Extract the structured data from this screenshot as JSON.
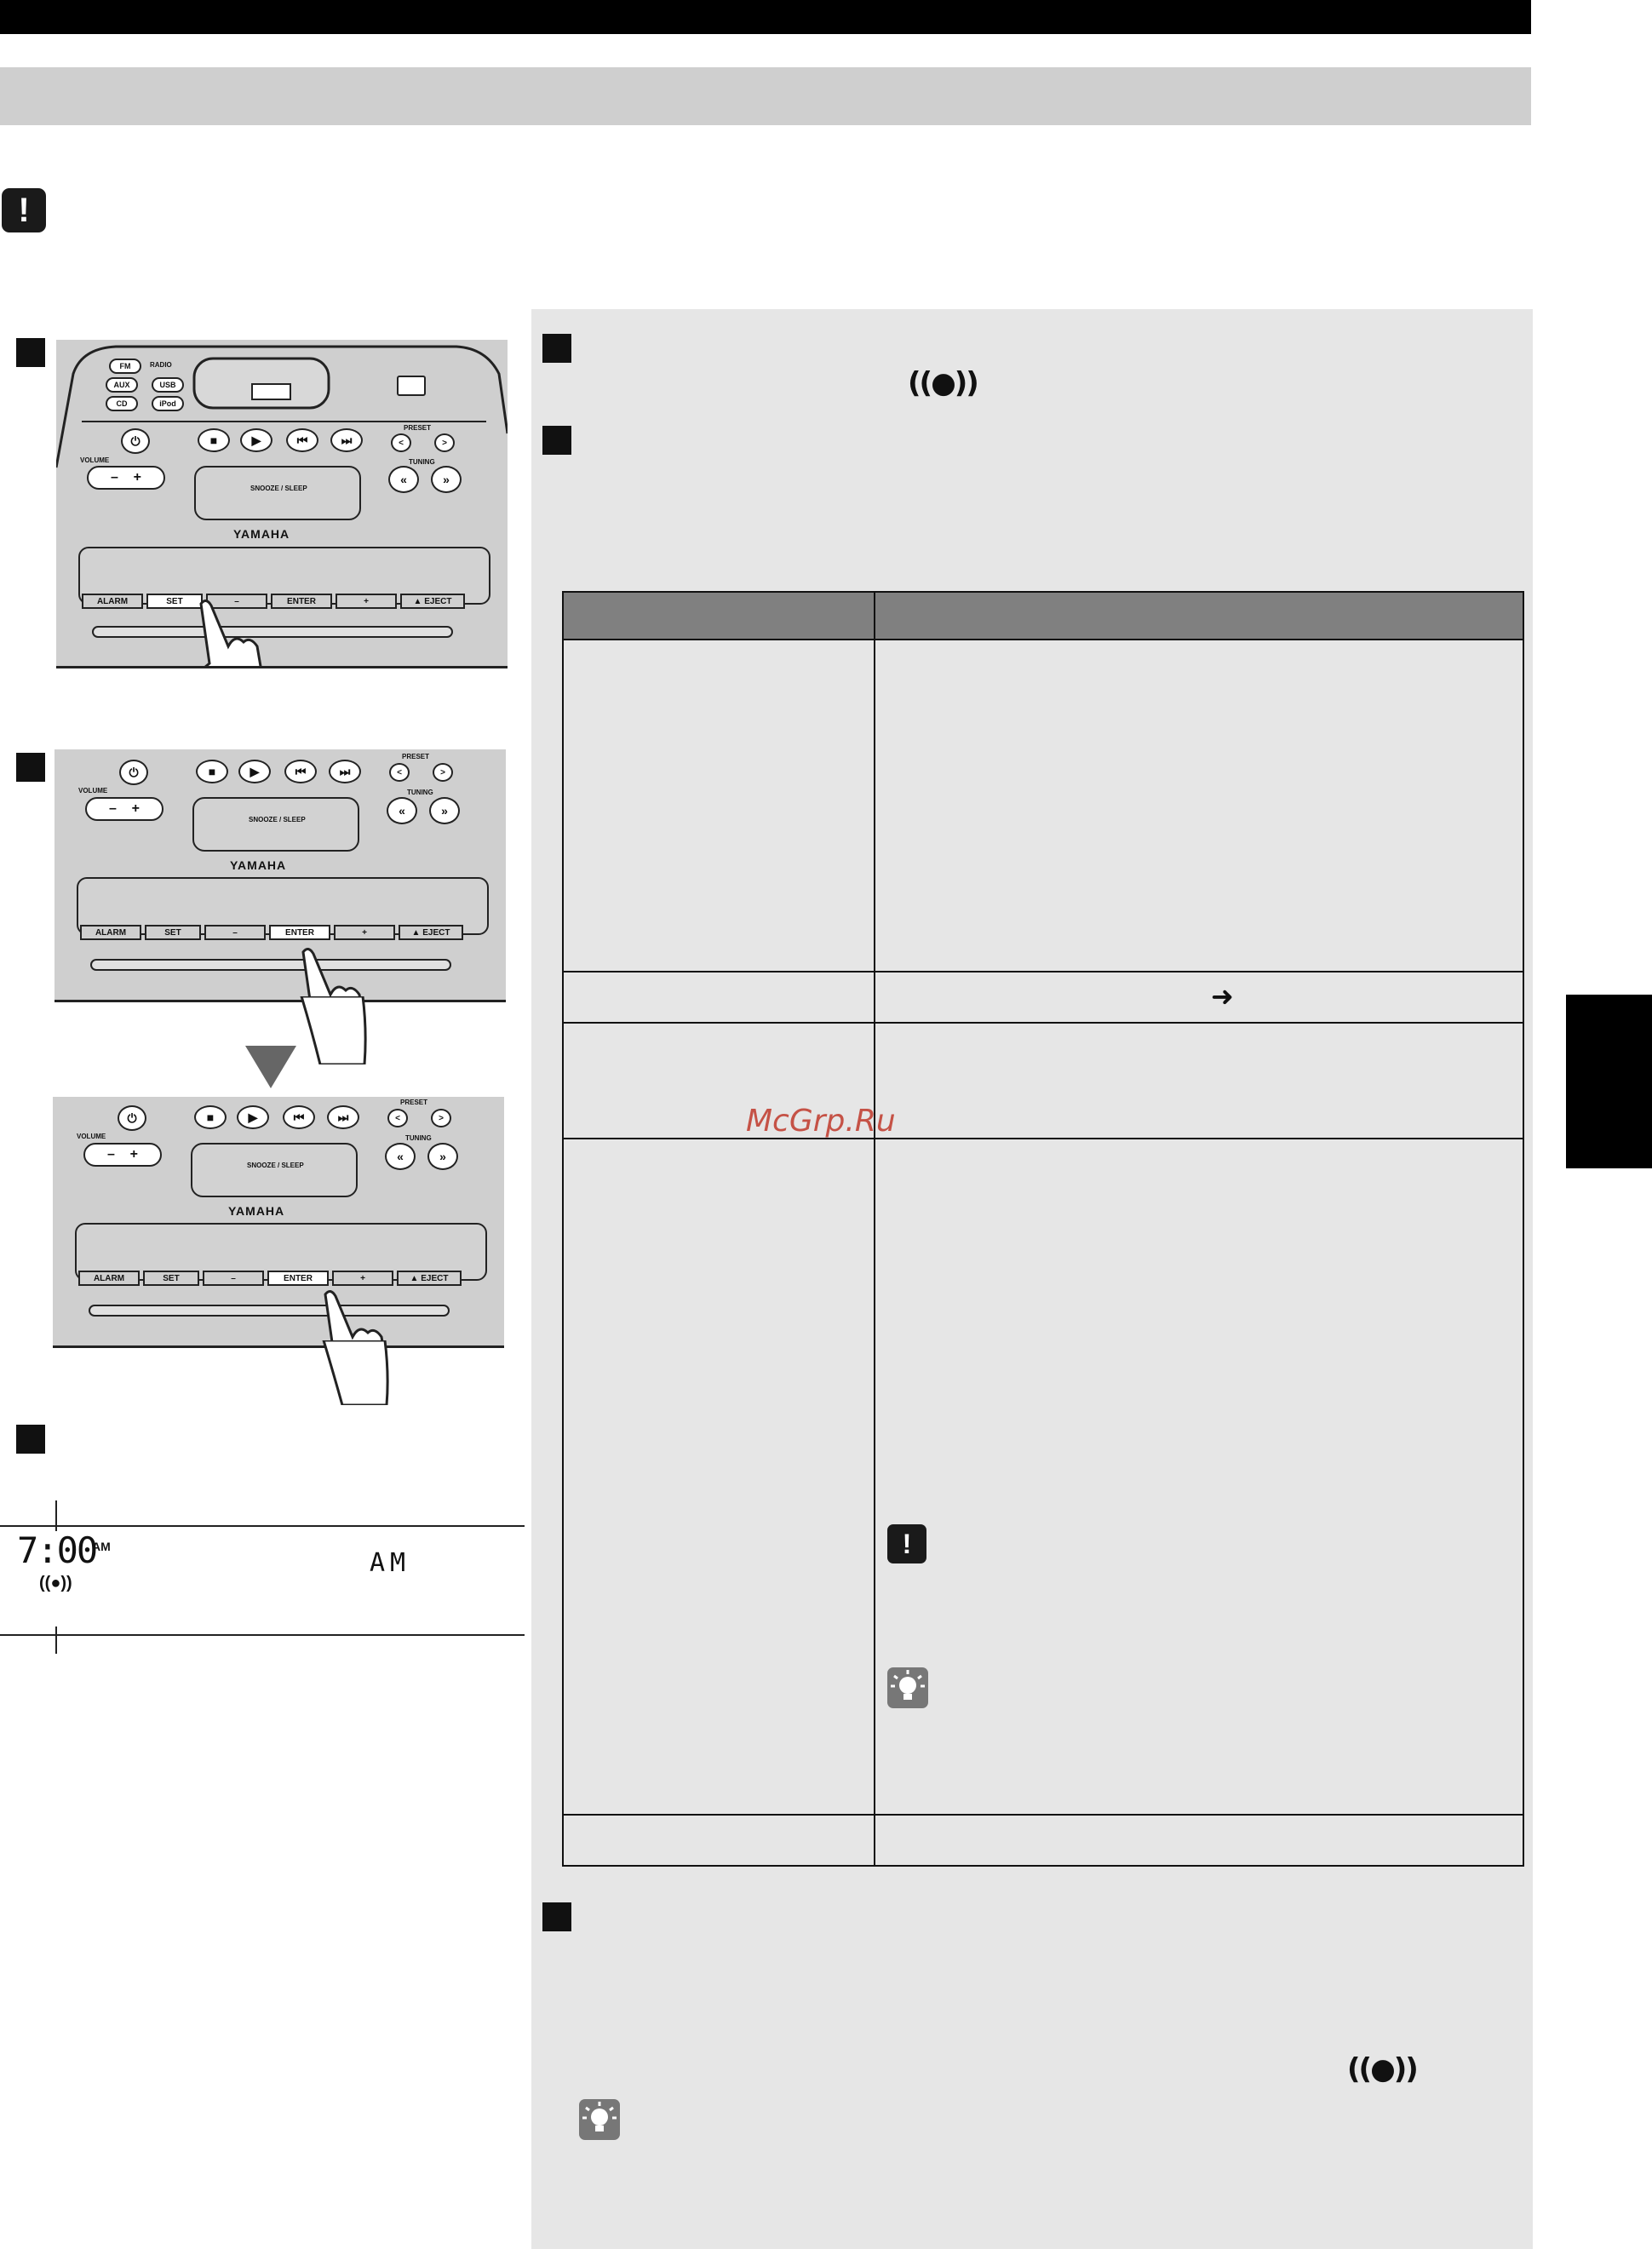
{
  "watermark": "McGrp.Ru",
  "device": {
    "brand": "YAMAHA",
    "snooze_label": "SNOOZE / SLEEP",
    "volume_label": "VOLUME",
    "preset_label": "PRESET",
    "tuning_label": "TUNING",
    "radio_label": "RADIO",
    "fm": "FM",
    "aux": "AUX",
    "usb": "USB",
    "cd": "CD",
    "ipod": "iPod",
    "strip": [
      "ALARM",
      "SET",
      "–",
      "ENTER",
      "+",
      "▲ EJECT"
    ]
  },
  "display": {
    "clock": "7:00",
    "am_small": "AM",
    "am_big": "AM",
    "alarm_icon": "((●))"
  },
  "glyphs": {
    "alarm_icon_1": "((●))",
    "alarm_icon_2": "((●))",
    "arrow": "➜",
    "excl": "!"
  },
  "icons": [
    "exclamation-icon",
    "lightbulb-icon",
    "alarm-icon",
    "arrow-right-icon",
    "hand-pointer-icon"
  ]
}
